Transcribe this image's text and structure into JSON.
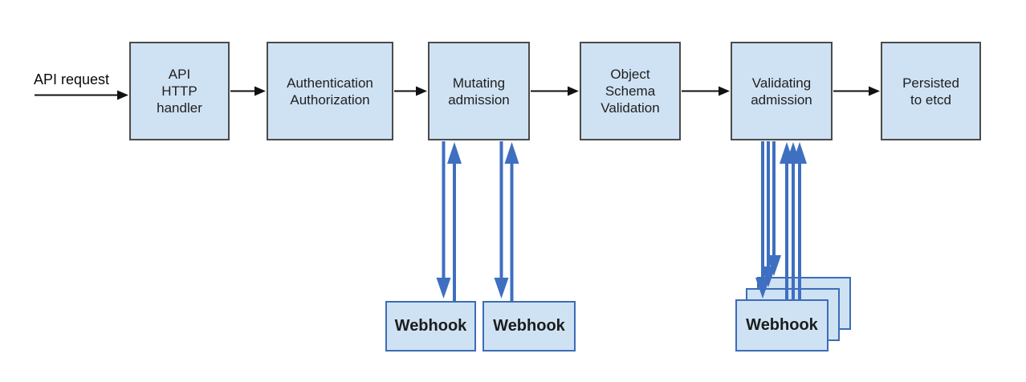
{
  "diagram": {
    "request_label": "API request",
    "nodes": [
      {
        "id": "api-http-handler",
        "label": "API\nHTTP\nhandler"
      },
      {
        "id": "authentication-authorization",
        "label": "Authentication\nAuthorization"
      },
      {
        "id": "mutating-admission",
        "label": "Mutating\nadmission"
      },
      {
        "id": "object-schema-validation",
        "label": "Object\nSchema\nValidation"
      },
      {
        "id": "validating-admission",
        "label": "Validating\nadmission"
      },
      {
        "id": "persisted-to-etcd",
        "label": "Persisted\nto etcd"
      }
    ],
    "mutating_webhooks": [
      {
        "label": "Webhook"
      },
      {
        "label": "Webhook"
      }
    ],
    "validating_webhook_stack": {
      "front_label": "Webhook",
      "stack_count": 3
    }
  },
  "colors": {
    "box_fill": "#cfe2f3",
    "box_border": "#4b4b4b",
    "webhook_border": "#3c6cb5",
    "arrow_blue": "#3e6fc1",
    "arrow_black": "#111111"
  }
}
